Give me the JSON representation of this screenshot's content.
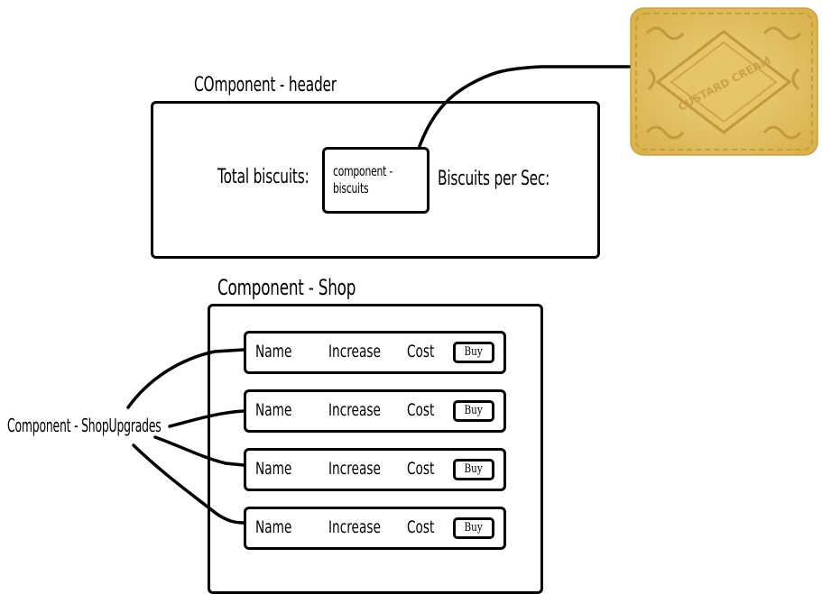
{
  "header_component": {
    "title": "COmponent - header",
    "total_label": "Total biscuits:",
    "biscuits_component": "component - biscuits",
    "per_sec_label": "Biscuits per Sec:"
  },
  "biscuit_image": {
    "text": "CUSTARD CREAM",
    "color": "#e3c15f"
  },
  "shop_component": {
    "title": "Component - Shop",
    "rows": [
      {
        "name": "Name",
        "increase": "Increase",
        "cost": "Cost",
        "buy": "Buy"
      },
      {
        "name": "Name",
        "increase": "Increase",
        "cost": "Cost",
        "buy": "Buy"
      },
      {
        "name": "Name",
        "increase": "Increase",
        "cost": "Cost",
        "buy": "Buy"
      },
      {
        "name": "Name",
        "increase": "Increase",
        "cost": "Cost",
        "buy": "Buy"
      }
    ]
  },
  "upgrades_label": "Component - ShopUpgrades"
}
